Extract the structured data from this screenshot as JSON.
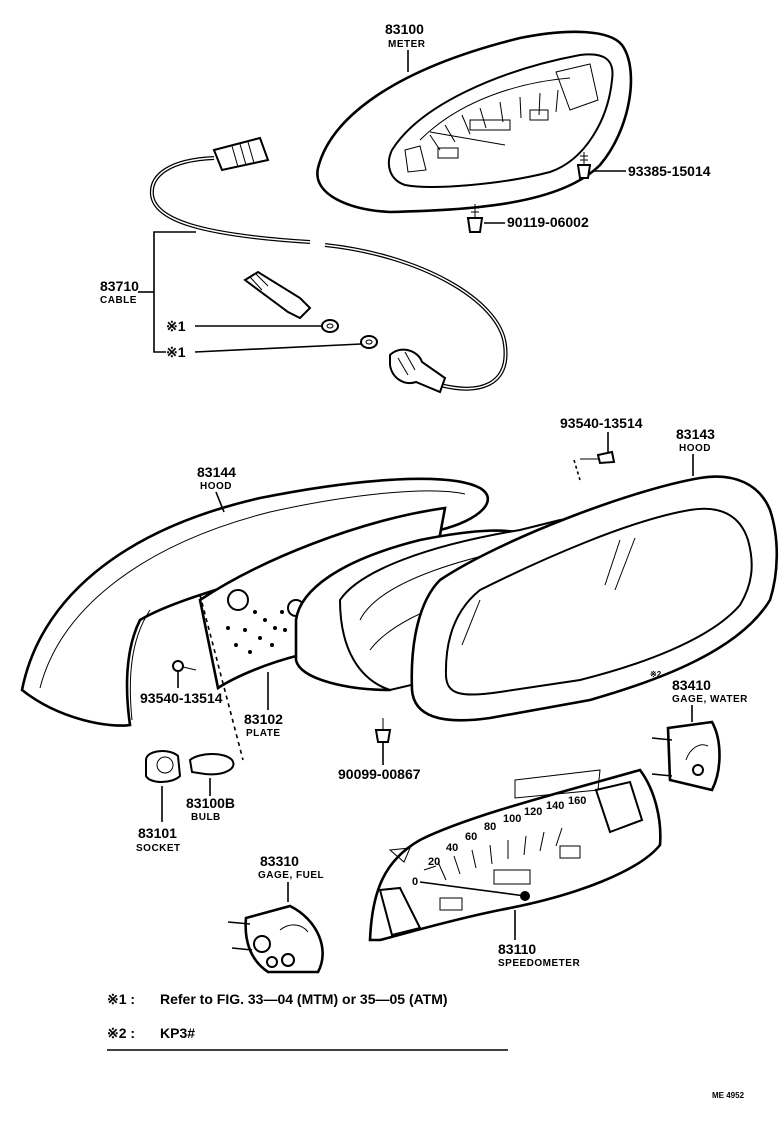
{
  "parts": {
    "p83100": {
      "number": "83100",
      "name": "METER"
    },
    "p93385": {
      "number": "93385-15014"
    },
    "p90119": {
      "number": "90119-06002"
    },
    "p83710": {
      "number": "83710",
      "name": "CABLE"
    },
    "p93540a": {
      "number": "93540-13514"
    },
    "p83143": {
      "number": "83143",
      "name": "HOOD"
    },
    "p83144": {
      "number": "83144",
      "name": "HOOD"
    },
    "p93540b": {
      "number": "93540-13514"
    },
    "p83102": {
      "number": "83102",
      "name": "PLATE"
    },
    "p83410": {
      "number": "83410",
      "name": "GAGE, WATER",
      "mark": "※2"
    },
    "p90099": {
      "number": "90099-00867"
    },
    "p83100B": {
      "number": "83100B",
      "name": "BULB"
    },
    "p83101": {
      "number": "83101",
      "name": "SOCKET"
    },
    "p83310": {
      "number": "83310",
      "name": "GAGE, FUEL"
    },
    "p83110": {
      "number": "83110",
      "name": "SPEEDOMETER"
    }
  },
  "callouts": {
    "ref1a": "※1",
    "ref1b": "※1"
  },
  "dial_labels": [
    "0",
    "20",
    "40",
    "60",
    "80",
    "100",
    "120",
    "140",
    "160"
  ],
  "footnotes": {
    "note1_mark": "※1 :",
    "note1_text": "Refer to FIG. 33—04 (MTM) or 35—05 (ATM)",
    "note2_mark": "※2 :",
    "note2_text": "KP3#"
  },
  "figure_code": "ME 4952"
}
